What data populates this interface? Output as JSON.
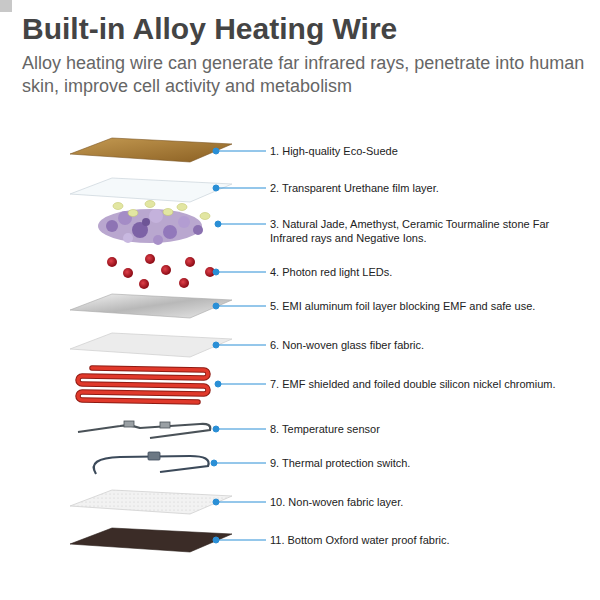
{
  "diagram": {
    "title": "Built-in Alloy Heating Wire",
    "labels": [
      "Alloy heating wire can generate far infrared rays, penetrate into human skin, improve cell activity and metabolism",
      "1. High-quality Eco-Suede",
      "2. Transparent Urethane film layer.",
      "3. Natural Jade, Amethyst, Ceramic Tourmaline stone Far Infrared rays and Negative Ions.",
      "4. Photon red light LEDs.",
      "5. EMI aluminum foil layer blocking EMF and safe use.",
      "6. Non-woven glass fiber fabric.",
      "7. EMF shielded and foiled double silicon nickel chromium.",
      "8. Temperature sensor",
      "9. Thermal protection switch.",
      "10. Non-woven fabric layer.",
      "11. Bottom Oxford water proof fabric."
    ]
  }
}
